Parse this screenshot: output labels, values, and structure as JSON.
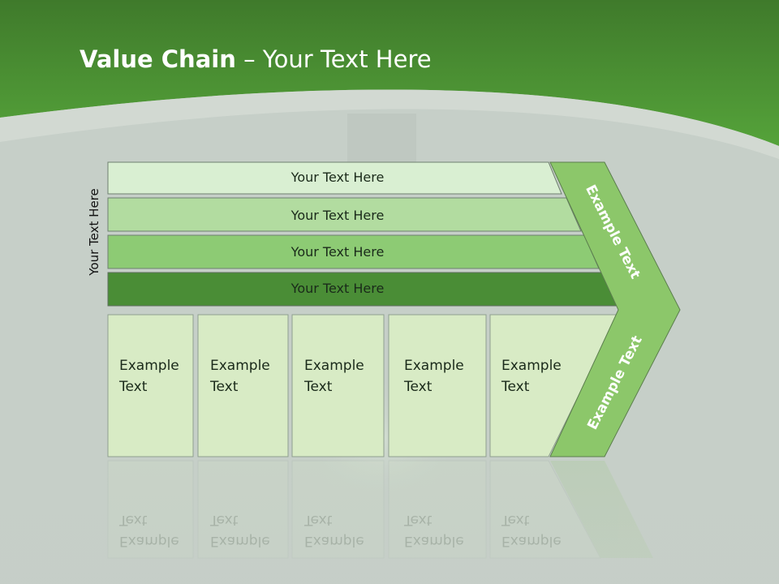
{
  "title": {
    "bold": "Value Chain",
    "rest": " – Your Text Here"
  },
  "support_layers": [
    "Your Text Here",
    "Your Text Here",
    "Your Text Here",
    "Your Text Here"
  ],
  "side_label": "Your Text Here",
  "activities": [
    {
      "line1": "Example",
      "line2": "Text"
    },
    {
      "line1": "Example",
      "line2": "Text"
    },
    {
      "line1": "Example",
      "line2": "Text"
    },
    {
      "line1": "Example",
      "line2": "Text"
    },
    {
      "line1": "Example",
      "line2": "Text"
    }
  ],
  "chevron": {
    "upper": "Example Text",
    "lower": "Example Text"
  },
  "colors": {
    "header_green": "#4a9a35",
    "layer1": "#d9efd2",
    "layer2": "#b2dca0",
    "layer3": "#8dcb74",
    "layer4": "#4a8d36",
    "activity": "#d8ebc5",
    "chevron": "#8cc76a"
  }
}
